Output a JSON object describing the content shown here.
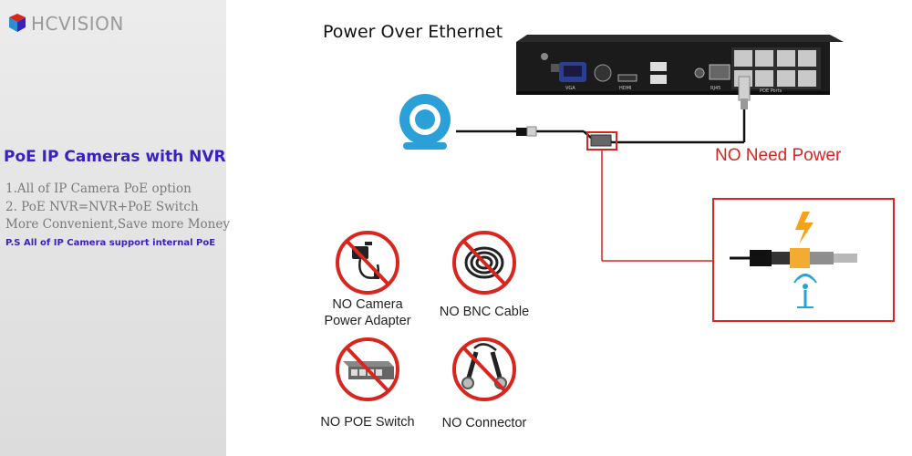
{
  "brand": {
    "name": "HCVISION",
    "colors": [
      "#d8261f",
      "#3b1fbf",
      "#2a8fd1"
    ]
  },
  "panel": {
    "title": "PoE IP Cameras with NVR",
    "lines": [
      "1.All of IP Camera PoE option",
      "2. PoE NVR=NVR+PoE Switch",
      "More Convenient,Save more Money"
    ],
    "note": "P.S All of IP Camera support internal PoE"
  },
  "diagram": {
    "title": "Power Over Ethernet",
    "need_power": "NO Need Power",
    "nvr_port_labels": [
      "VGA",
      "HDMI",
      "RJ45",
      "POE Ports"
    ],
    "items": [
      {
        "line1": "NO Camera",
        "line2": "Power Adapter",
        "icon": "power-adapter-icon"
      },
      {
        "line1": "NO BNC Cable",
        "line2": "",
        "icon": "bnc-cable-icon"
      },
      {
        "line1": "NO POE Switch",
        "line2": "",
        "icon": "poe-switch-icon"
      },
      {
        "line1": "NO Connector",
        "line2": "",
        "icon": "bnc-connector-icon"
      }
    ]
  },
  "colors": {
    "accent_red": "#d8261f",
    "title_purple": "#3b1fbf",
    "camera_blue": "#2a9fd8",
    "bolt_orange": "#f2a21b"
  }
}
